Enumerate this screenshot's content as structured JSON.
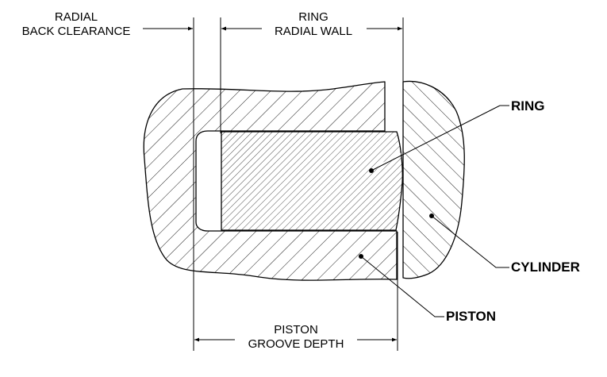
{
  "dimensions": {
    "radial_back_clearance": {
      "line1": "RADIAL",
      "line2": "BACK CLEARANCE"
    },
    "ring_radial_wall": {
      "line1": "RING",
      "line2": "RADIAL WALL"
    },
    "piston_groove_depth": {
      "line1": "PISTON",
      "line2": "GROOVE DEPTH"
    }
  },
  "callouts": {
    "ring": "RING",
    "cylinder": "CYLINDER",
    "piston": "PISTON"
  }
}
